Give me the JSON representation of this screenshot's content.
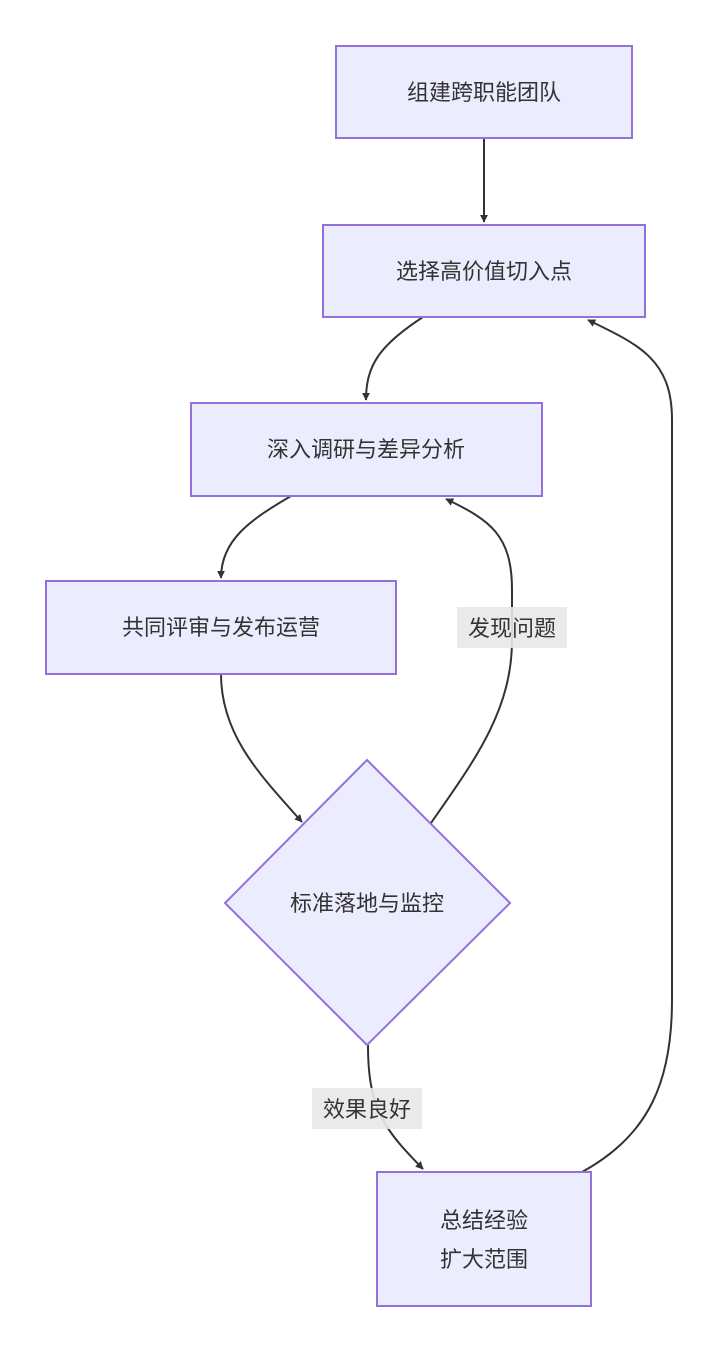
{
  "diagram": {
    "type": "flowchart",
    "direction": "top-down",
    "colors": {
      "node_fill": "#ececff",
      "node_stroke": "#9370db",
      "edge": "#333333",
      "text": "#333333",
      "edge_label_bg": "#e8e8e8"
    },
    "nodes": [
      {
        "id": "A",
        "shape": "rect",
        "lines": [
          "组建跨职能团队"
        ]
      },
      {
        "id": "B",
        "shape": "rect",
        "lines": [
          "选择高价值切入点"
        ]
      },
      {
        "id": "C",
        "shape": "rect",
        "lines": [
          "深入调研与差异分析"
        ]
      },
      {
        "id": "D",
        "shape": "rect",
        "lines": [
          "共同评审与发布运营"
        ]
      },
      {
        "id": "E",
        "shape": "diamond",
        "lines": [
          "标准落地与监控"
        ]
      },
      {
        "id": "F",
        "shape": "rect",
        "lines": [
          "总结经验",
          "扩大范围"
        ]
      }
    ],
    "edges": [
      {
        "from": "A",
        "to": "B",
        "label": ""
      },
      {
        "from": "B",
        "to": "C",
        "label": ""
      },
      {
        "from": "C",
        "to": "D",
        "label": ""
      },
      {
        "from": "D",
        "to": "E",
        "label": ""
      },
      {
        "from": "E",
        "to": "C",
        "label": "发现问题"
      },
      {
        "from": "E",
        "to": "F",
        "label": "效果良好"
      },
      {
        "from": "F",
        "to": "B",
        "label": ""
      }
    ]
  }
}
